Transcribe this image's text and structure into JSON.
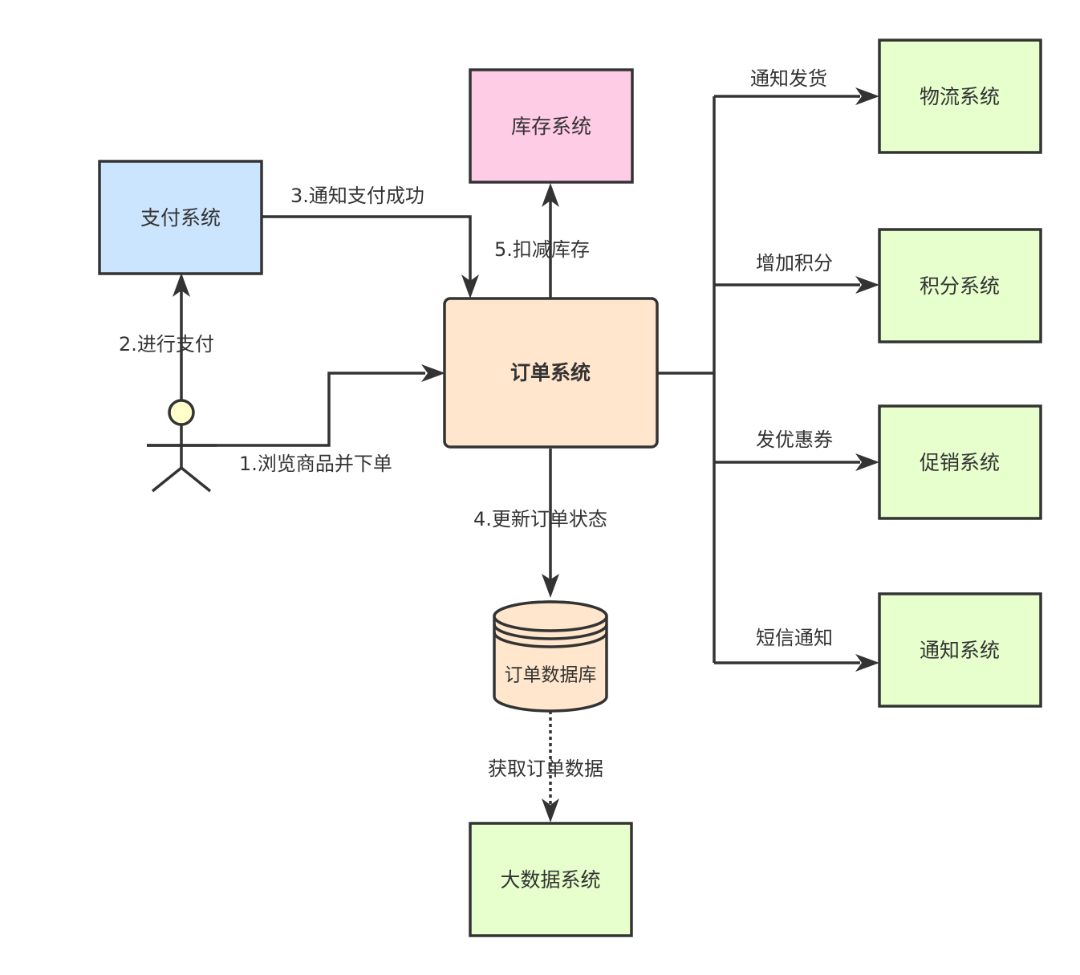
{
  "colors": {
    "line": "#333333",
    "payment_fill": "#cce5ff",
    "inventory_fill": "#ffcce6",
    "order_fill": "#ffe6cc",
    "downstream_fill": "#e6ffcc",
    "actor_head_fill": "#ffffcc"
  },
  "nodes": {
    "payment": "支付系统",
    "inventory": "库存系统",
    "order": "订单系统",
    "logistics": "物流系统",
    "points": "积分系统",
    "promotion": "促销系统",
    "notification": "通知系统",
    "order_db": "订单数据库",
    "bigdata": "大数据系统"
  },
  "edges": {
    "browse_order": "1.浏览商品并下单",
    "pay": "2.进行支付",
    "notify_paid": "3.通知支付成功",
    "update_status": "4.更新订单状态",
    "deduct_stock": "5.扣减库存",
    "ship": "通知发货",
    "add_points": "增加积分",
    "coupon": "发优惠券",
    "sms": "短信通知",
    "fetch_data": "获取订单数据"
  }
}
